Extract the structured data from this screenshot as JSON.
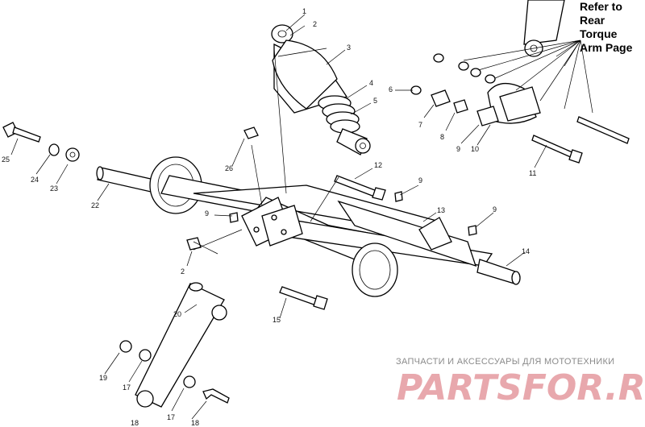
{
  "diagram": {
    "note_lines": [
      "Refer to",
      "Rear Torque",
      "Arm Page"
    ],
    "callouts": [
      {
        "id": "c1",
        "text": "1"
      },
      {
        "id": "c2",
        "text": "2"
      },
      {
        "id": "c3",
        "text": "3"
      },
      {
        "id": "c4",
        "text": "4"
      },
      {
        "id": "c5",
        "text": "5"
      },
      {
        "id": "c6",
        "text": "6"
      },
      {
        "id": "c7",
        "text": "7"
      },
      {
        "id": "c8",
        "text": "8"
      },
      {
        "id": "c9a",
        "text": "9"
      },
      {
        "id": "c10",
        "text": "10"
      },
      {
        "id": "c11",
        "text": "11"
      },
      {
        "id": "c12",
        "text": "12"
      },
      {
        "id": "c9b",
        "text": "9"
      },
      {
        "id": "c13",
        "text": "13"
      },
      {
        "id": "c9c",
        "text": "9"
      },
      {
        "id": "c9d",
        "text": "9"
      },
      {
        "id": "c14",
        "text": "14"
      },
      {
        "id": "c15",
        "text": "15"
      },
      {
        "id": "c2b",
        "text": "2"
      },
      {
        "id": "c20",
        "text": "20"
      },
      {
        "id": "c19",
        "text": "19"
      },
      {
        "id": "c17a",
        "text": "17"
      },
      {
        "id": "c17b",
        "text": "17"
      },
      {
        "id": "c18a",
        "text": "18"
      },
      {
        "id": "c18b",
        "text": "18"
      },
      {
        "id": "c25",
        "text": "25"
      },
      {
        "id": "c24",
        "text": "24"
      },
      {
        "id": "c23",
        "text": "23"
      },
      {
        "id": "c22",
        "text": "22"
      },
      {
        "id": "c26",
        "text": "26"
      }
    ]
  },
  "watermark": {
    "subtitle": "ЗАПЧАСТИ И АКСЕССУАРЫ ДЛЯ МОТОТЕХНИКИ",
    "brand": "PARTSFOR.RU",
    "brand_color": "#e8a8ad"
  }
}
